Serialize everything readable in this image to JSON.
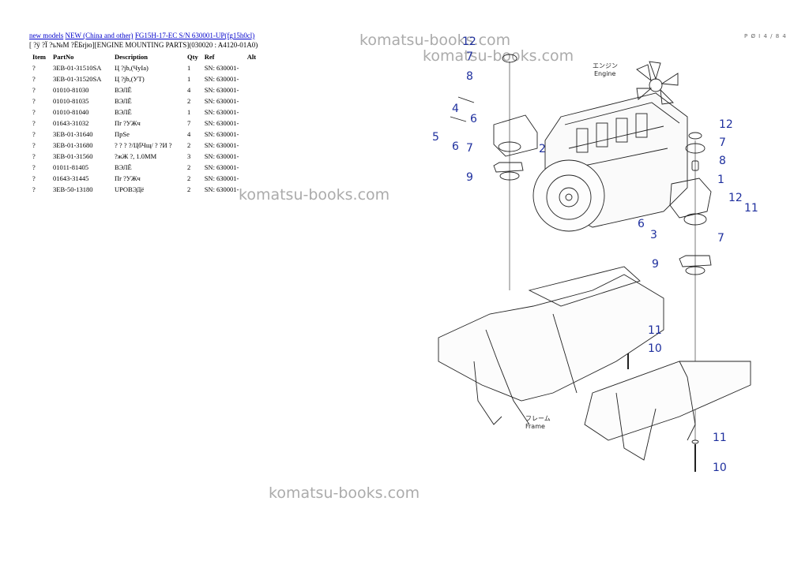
{
  "breadcrumb": {
    "link1": "new models",
    "link2": "NEW (China and other)",
    "link3": "FG15H-17-EC S/N 630001-UP(fg15h0cl)"
  },
  "subtitle": "[ ?ÿ ?Ï ?ъ№М ?ЁБrjю][ENGINE MOUNTING PARTS](030020 : A4120-01A0)",
  "page_num": "P Ø I  4 / 8 4",
  "columns": [
    "Item",
    "PartNo",
    "Description",
    "Qty",
    "Ref",
    "Alt"
  ],
  "rows": [
    {
      "item": "?",
      "part": "3EB-01-31510SA",
      "desc": "Ц ?jb,(ЧуIа)",
      "qty": "1",
      "ref": "SN: 630001-",
      "alt": ""
    },
    {
      "item": "?",
      "part": "3EB-01-31520SA",
      "desc": "Ц ?jb,(УТ)",
      "qty": "1",
      "ref": "SN: 630001-",
      "alt": ""
    },
    {
      "item": "?",
      "part": "01010-81030",
      "desc": "ВЭЛЁ",
      "qty": "4",
      "ref": "SN: 630001-",
      "alt": ""
    },
    {
      "item": "?",
      "part": "01010-81035",
      "desc": "ВЭЛЁ",
      "qty": "2",
      "ref": "SN: 630001-",
      "alt": ""
    },
    {
      "item": "?",
      "part": "01010-81040",
      "desc": "ВЭЛЁ",
      "qty": "1",
      "ref": "SN: 630001-",
      "alt": ""
    },
    {
      "item": "?",
      "part": "01643-31032",
      "desc": "Пr ?УЖч",
      "qty": "7",
      "ref": "SN: 630001-",
      "alt": ""
    },
    {
      "item": "?",
      "part": "3EB-01-31640",
      "desc": "ПрSе",
      "qty": "4",
      "ref": "SN: 630001-",
      "alt": ""
    },
    {
      "item": "?",
      "part": "3EB-01-31680",
      "desc": "? ? ? ?/ЦбЧщ/ ? ?И ?",
      "qty": "2",
      "ref": "SN: 630001-",
      "alt": ""
    },
    {
      "item": "?",
      "part": "3EB-01-31560",
      "desc": "?жЖ ?, 1.0MM",
      "qty": "3",
      "ref": "SN: 630001-",
      "alt": ""
    },
    {
      "item": "?",
      "part": "01011-81405",
      "desc": "ВЭЛЁ",
      "qty": "2",
      "ref": "SN: 630001-",
      "alt": ""
    },
    {
      "item": "?",
      "part": "01643-31445",
      "desc": "Пr ?УЖч",
      "qty": "2",
      "ref": "SN: 630001-",
      "alt": ""
    },
    {
      "item": "?",
      "part": "3EB-50-13180",
      "desc": "UPОВЭДё",
      "qty": "2",
      "ref": "SN: 630001-",
      "alt": ""
    }
  ],
  "watermarks": [
    "komatsu-books.com",
    "komatsu-books.com",
    "komatsu-books.com",
    "komatsu-books.com"
  ],
  "diagram": {
    "engine_label_jp": "エンジン",
    "engine_label": "Engine",
    "frame_label_jp": "フレーム",
    "frame_label": "Frame",
    "callouts": [
      {
        "id": "c12a",
        "text": "12"
      },
      {
        "id": "c7a",
        "text": "7"
      },
      {
        "id": "c8a",
        "text": "8"
      },
      {
        "id": "c4",
        "text": "4"
      },
      {
        "id": "c5",
        "text": "5"
      },
      {
        "id": "c6a",
        "text": "6"
      },
      {
        "id": "c6b",
        "text": "6"
      },
      {
        "id": "c7b",
        "text": "7"
      },
      {
        "id": "c2",
        "text": "2"
      },
      {
        "id": "c9a",
        "text": "9"
      },
      {
        "id": "c12b",
        "text": "12"
      },
      {
        "id": "c7c",
        "text": "7"
      },
      {
        "id": "c8b",
        "text": "8"
      },
      {
        "id": "c1",
        "text": "1"
      },
      {
        "id": "c12c",
        "text": "12"
      },
      {
        "id": "c11a",
        "text": "11"
      },
      {
        "id": "c6c",
        "text": "6"
      },
      {
        "id": "c3",
        "text": "3"
      },
      {
        "id": "c7d",
        "text": "7"
      },
      {
        "id": "c9b",
        "text": "9"
      },
      {
        "id": "c11b",
        "text": "11"
      },
      {
        "id": "c10a",
        "text": "10"
      },
      {
        "id": "c11c",
        "text": "11"
      },
      {
        "id": "c10b",
        "text": "10"
      }
    ]
  }
}
